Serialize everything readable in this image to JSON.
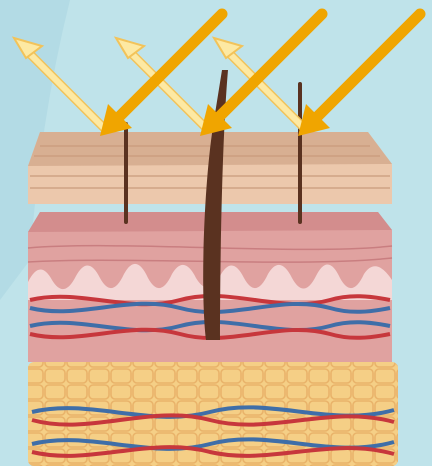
{
  "colors": {
    "background": "#bfe3ea",
    "background_accent": "#a9d6e0",
    "epidermis": "#ecc8ac",
    "epidermis_edge": "#c99b7d",
    "dermis": "#e0a2a0",
    "dermis_dark": "#c97e80",
    "papillae_band": "#f4d7d6",
    "hypodermis": "#f5cf86",
    "hypodermis_cells": "#e9b36a",
    "hair": "#5a3220",
    "vein_blue": "#3f6ea8",
    "artery_red": "#c7373c",
    "incoming_ray": "#f0a500",
    "reflected_ray": "#fde9a3",
    "reflected_ray_outline": "#f2c35a"
  },
  "diagram": {
    "layers": [
      "epidermis",
      "dermis",
      "hypodermis"
    ],
    "ray_pairs": 3,
    "hair_count": 3
  }
}
